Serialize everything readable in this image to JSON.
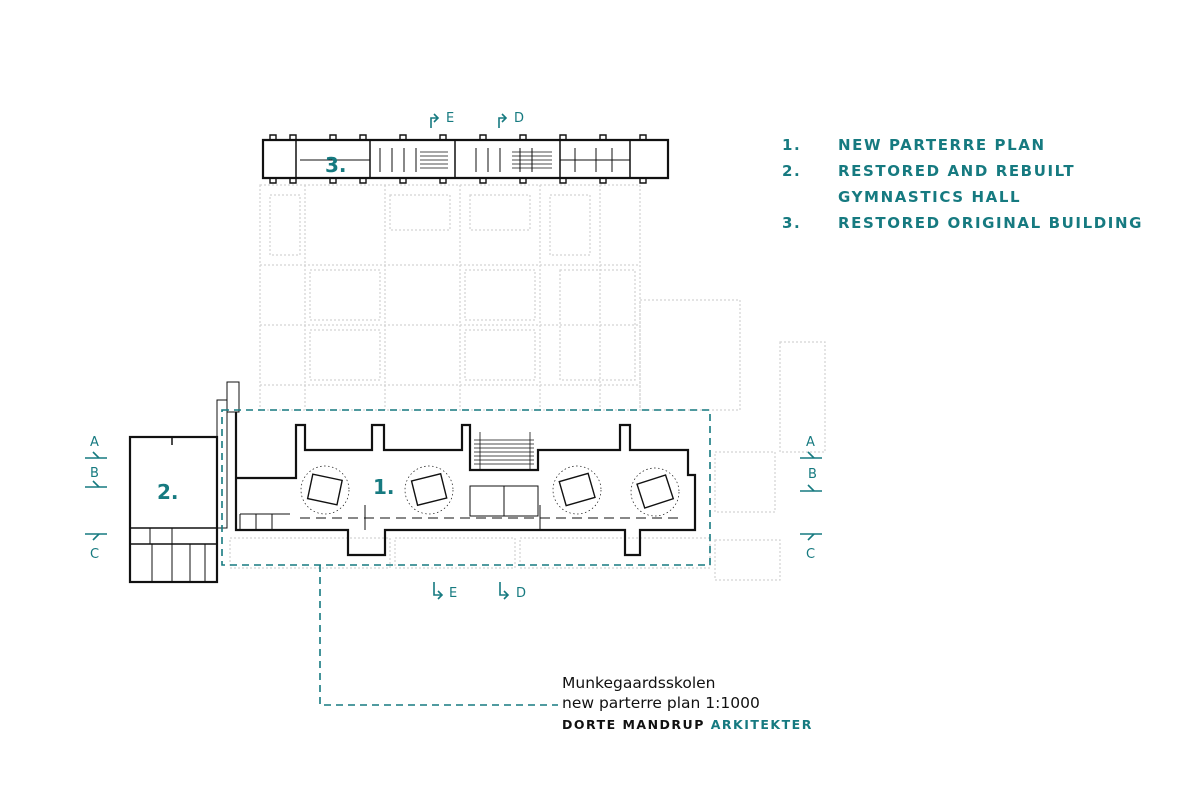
{
  "colors": {
    "accent": "#167a80",
    "ink": "#111111",
    "ghost": "#d0d0d0"
  },
  "legend": [
    {
      "num": "1.",
      "text": "NEW PARTERRE PLAN"
    },
    {
      "num": "2.",
      "text": "RESTORED AND REBUILT"
    },
    {
      "num": "",
      "text": "GYMNASTICS HALL"
    },
    {
      "num": "3.",
      "text": "RESTORED ORIGINAL BUILDING"
    }
  ],
  "plan_labels": {
    "one": "1.",
    "two": "2.",
    "three": "3."
  },
  "section_marks": {
    "a": "A",
    "b": "B",
    "c": "C",
    "d": "D",
    "e": "E"
  },
  "caption": {
    "title": "Munkegaardsskolen",
    "subtitle": "new parterre plan 1:1000",
    "firm_black": "DORTE MANDRUP",
    "firm_accent": "ARKITEKTER"
  }
}
